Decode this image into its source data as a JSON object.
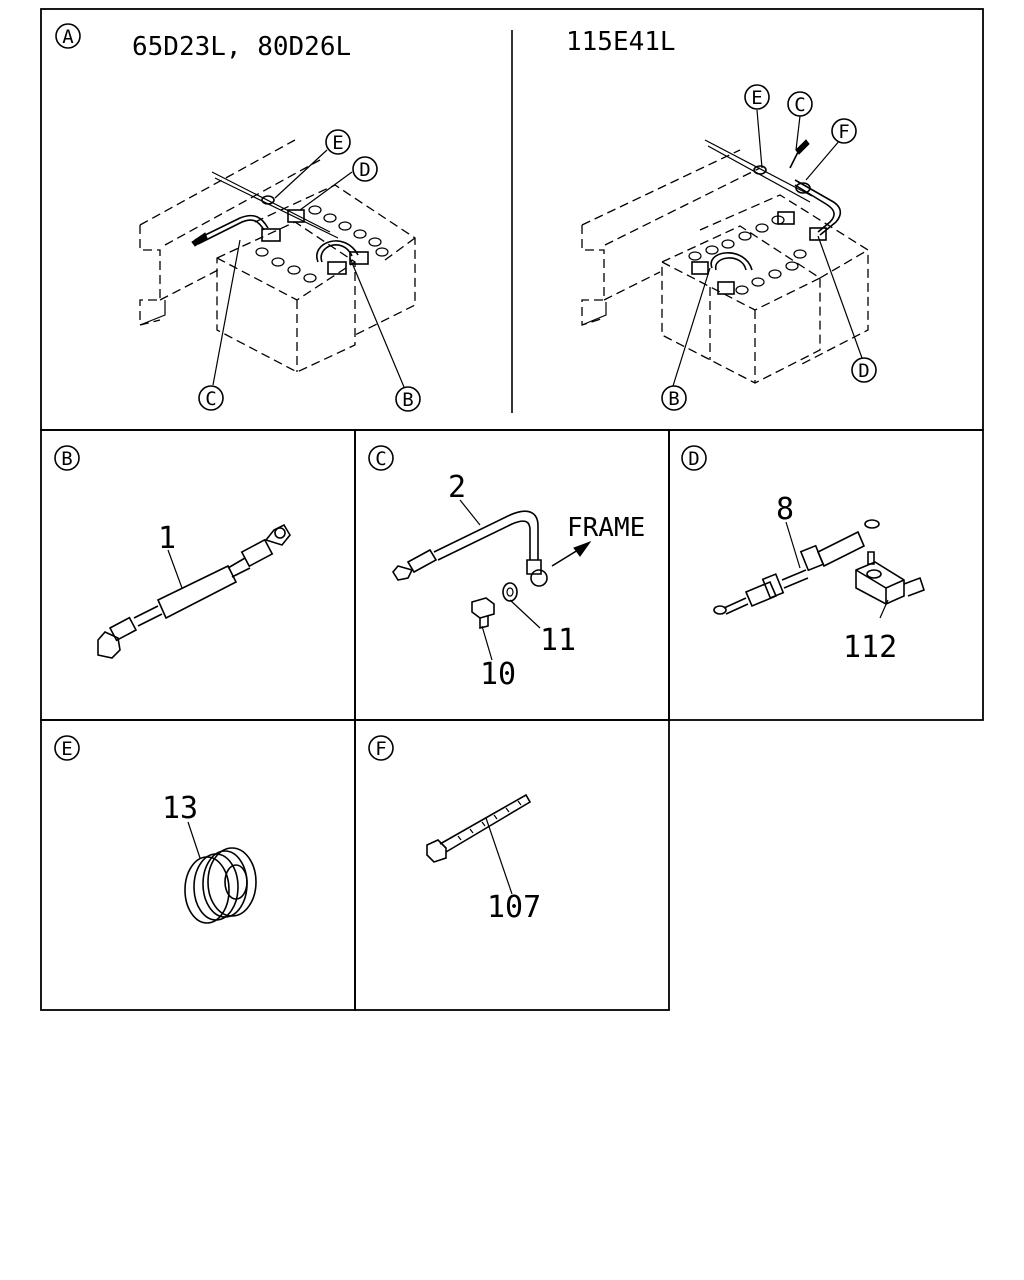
{
  "panel_a": {
    "id": "A",
    "left_models": "65D23L, 80D26L",
    "right_model": "115E41L",
    "left_callouts": [
      "E",
      "D",
      "C",
      "B"
    ],
    "right_callouts": [
      "E",
      "C",
      "F",
      "B",
      "D"
    ]
  },
  "panel_b": {
    "id": "B",
    "parts": [
      "1"
    ]
  },
  "panel_c": {
    "id": "C",
    "parts": [
      "2",
      "11",
      "10"
    ],
    "arrow_label": "FRAME"
  },
  "panel_d": {
    "id": "D",
    "parts": [
      "8",
      "112"
    ]
  },
  "panel_e": {
    "id": "E",
    "parts": [
      "13"
    ]
  },
  "panel_f": {
    "id": "F",
    "parts": [
      "107"
    ]
  }
}
